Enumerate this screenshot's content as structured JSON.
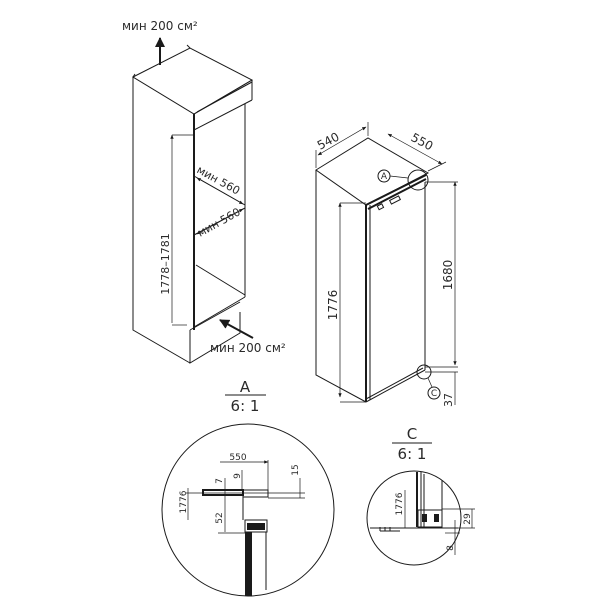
{
  "cabinet": {
    "vent_top_label": "мин 200 см²",
    "vent_bottom_label": "мин 200 см²",
    "width_upper_label": "мин 560",
    "width_lower_label": "мин 560",
    "height_label": "1778–1781"
  },
  "appliance": {
    "width_label": "540",
    "depth_label": "550",
    "height_label": "1776",
    "door_height_label": "1680",
    "bottom_gap_label": "37",
    "callout_a": "A",
    "callout_c": "C"
  },
  "detail_a": {
    "title_letter": "A",
    "scale": "6: 1",
    "dim_550": "550",
    "dim_7": "7",
    "dim_9": "9",
    "dim_15": "15",
    "dim_1776": "1776",
    "dim_52": "52"
  },
  "detail_c": {
    "title_letter": "C",
    "scale": "6: 1",
    "dim_1776": "1776",
    "dim_29": "29",
    "dim_8": "8"
  },
  "colors": {
    "line": "#1a1a1a",
    "background": "#ffffff"
  }
}
